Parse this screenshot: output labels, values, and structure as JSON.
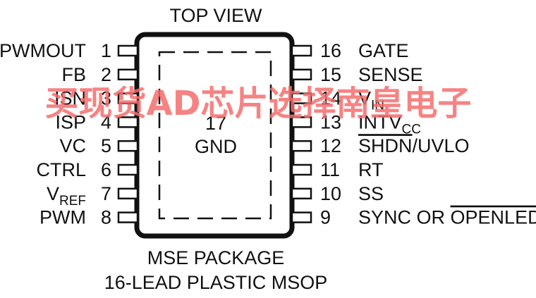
{
  "top_label": "TOP VIEW",
  "package_line1": "MSE PACKAGE",
  "package_line2": "16-LEAD PLASTIC MSOP",
  "exposed_pad": {
    "number": "17",
    "name": "GND"
  },
  "left_pins": [
    {
      "num": "1",
      "name": "PWMOUT"
    },
    {
      "num": "2",
      "name": "FB"
    },
    {
      "num": "3",
      "name": "ISN"
    },
    {
      "num": "4",
      "name": "ISP"
    },
    {
      "num": "5",
      "name": "VC"
    },
    {
      "num": "6",
      "name": "CTRL"
    },
    {
      "num": "7",
      "name": "V",
      "sub": "REF"
    },
    {
      "num": "8",
      "name": "PWM"
    }
  ],
  "right_pins": [
    {
      "num": "16",
      "name": "GATE"
    },
    {
      "num": "15",
      "name": "SENSE"
    },
    {
      "num": "14",
      "name": "V",
      "sub": "IN"
    },
    {
      "num": "13",
      "name": "INTV",
      "sub": "CC"
    },
    {
      "num": "12",
      "name": "SHDN/UVLO",
      "overline": "SHDN"
    },
    {
      "num": "11",
      "name": "RT"
    },
    {
      "num": "10",
      "name": "SS"
    },
    {
      "num": "9",
      "name": "SYNC OR OPENLED",
      "overline": "OPENLED"
    }
  ],
  "watermark": "买现货AD芯片选择南皇电子",
  "colors": {
    "ink": "#111111",
    "watermark": "#f46d6d"
  }
}
